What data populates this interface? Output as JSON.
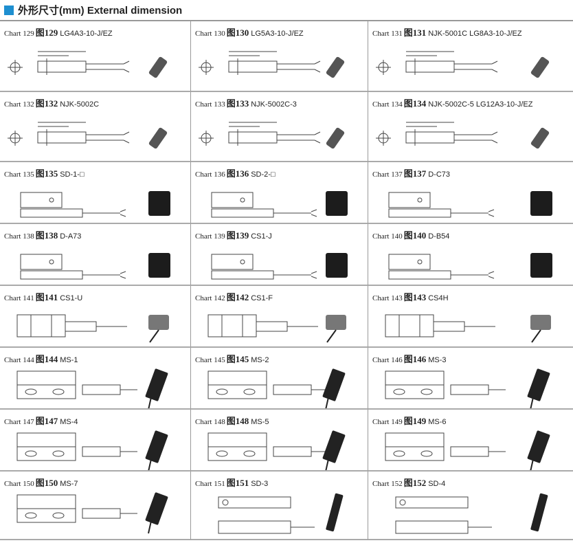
{
  "header": {
    "title": "外形尺寸(mm) External dimension",
    "accent": "#1e8fd0"
  },
  "charts": [
    {
      "chart": "Chart 129",
      "fig": "图129",
      "model": "LG4A3-10-J/EZ",
      "kind": "cyl"
    },
    {
      "chart": "Chart 130",
      "fig": "图130",
      "model": "LG5A3-10-J/EZ",
      "kind": "cyl"
    },
    {
      "chart": "Chart 131",
      "fig": "图131",
      "model": "NJK-5001C  LG8A3-10-J/EZ",
      "kind": "cyl"
    },
    {
      "chart": "Chart 132",
      "fig": "图132",
      "model": "NJK-5002C",
      "kind": "cyl"
    },
    {
      "chart": "Chart 133",
      "fig": "图133",
      "model": "NJK-5002C-3",
      "kind": "cyl"
    },
    {
      "chart": "Chart 134",
      "fig": "图134",
      "model": "NJK-5002C-5  LG12A3-10-J/EZ",
      "kind": "cyl"
    },
    {
      "chart": "Chart 135",
      "fig": "图135",
      "model": "SD-1-□",
      "kind": "block"
    },
    {
      "chart": "Chart 136",
      "fig": "图136",
      "model": "SD-2-□",
      "kind": "block"
    },
    {
      "chart": "Chart 137",
      "fig": "图137",
      "model": "D-C73",
      "kind": "block"
    },
    {
      "chart": "Chart 138",
      "fig": "图138",
      "model": "D-A73",
      "kind": "block"
    },
    {
      "chart": "Chart 139",
      "fig": "图139",
      "model": "CS1-J",
      "kind": "block"
    },
    {
      "chart": "Chart 140",
      "fig": "图140",
      "model": "D-B54",
      "kind": "block"
    },
    {
      "chart": "Chart 141",
      "fig": "图141",
      "model": "CS1-U",
      "kind": "rect"
    },
    {
      "chart": "Chart 142",
      "fig": "图142",
      "model": "CS1-F",
      "kind": "rect"
    },
    {
      "chart": "Chart 143",
      "fig": "图143",
      "model": "CS4H",
      "kind": "rect"
    },
    {
      "chart": "Chart 144",
      "fig": "图144",
      "model": "MS-1",
      "kind": "ms"
    },
    {
      "chart": "Chart 145",
      "fig": "图145",
      "model": "MS-2",
      "kind": "ms"
    },
    {
      "chart": "Chart 146",
      "fig": "图146",
      "model": "MS-3",
      "kind": "ms"
    },
    {
      "chart": "Chart 147",
      "fig": "图147",
      "model": "MS-4",
      "kind": "ms"
    },
    {
      "chart": "Chart 148",
      "fig": "图148",
      "model": "MS-5",
      "kind": "ms"
    },
    {
      "chart": "Chart 149",
      "fig": "图149",
      "model": "MS-6",
      "kind": "ms"
    },
    {
      "chart": "Chart 150",
      "fig": "图150",
      "model": "MS-7",
      "kind": "ms"
    },
    {
      "chart": "Chart 151",
      "fig": "图151",
      "model": "SD-3",
      "kind": "sd"
    },
    {
      "chart": "Chart 152",
      "fig": "图152",
      "model": "SD-4",
      "kind": "sd"
    }
  ]
}
